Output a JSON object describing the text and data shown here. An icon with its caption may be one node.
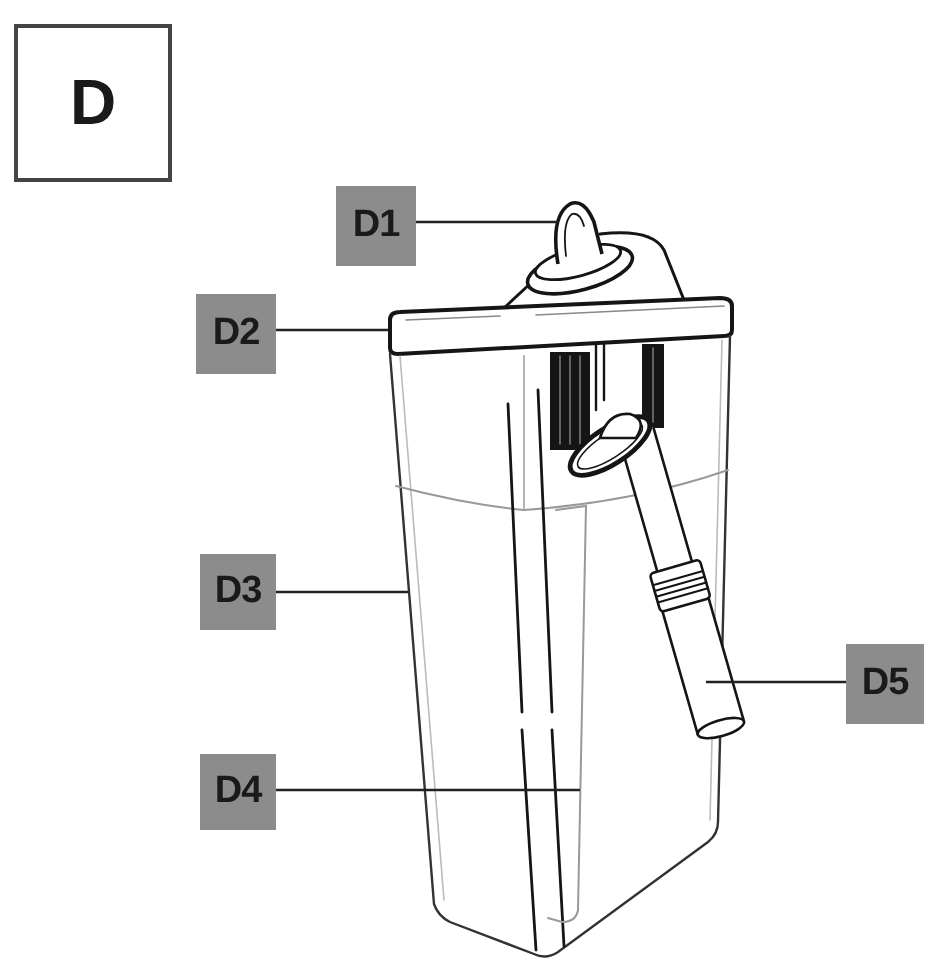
{
  "diagram": {
    "nodes": [
      {
        "text": [
          "D"
        ]
      },
      {
        "text": [
          "D1"
        ]
      },
      {
        "text": [
          "D2"
        ]
      },
      {
        "text": [
          "D3"
        ]
      },
      {
        "text": [
          "D4"
        ]
      },
      {
        "text": [
          "D5"
        ]
      },
      {
        "text": [],
        "shape": "picture"
      },
      {
        "text": [],
        "shape": "picture"
      },
      {
        "text": [],
        "shape": "picture"
      },
      {
        "text": [],
        "shape": "picture",
        "in": 8
      },
      {
        "text": [],
        "shape": "picture"
      }
    ],
    "edges": [
      {
        "from": 1,
        "to": 6,
        "arrow": "none"
      },
      {
        "from": 2,
        "to": 7,
        "arrow": "none"
      },
      {
        "from": 3,
        "to": 8,
        "arrow": "none"
      },
      {
        "from": 4,
        "to": 9,
        "arrow": "none"
      },
      {
        "from": 5,
        "to": 10,
        "arrow": "none"
      }
    ]
  }
}
